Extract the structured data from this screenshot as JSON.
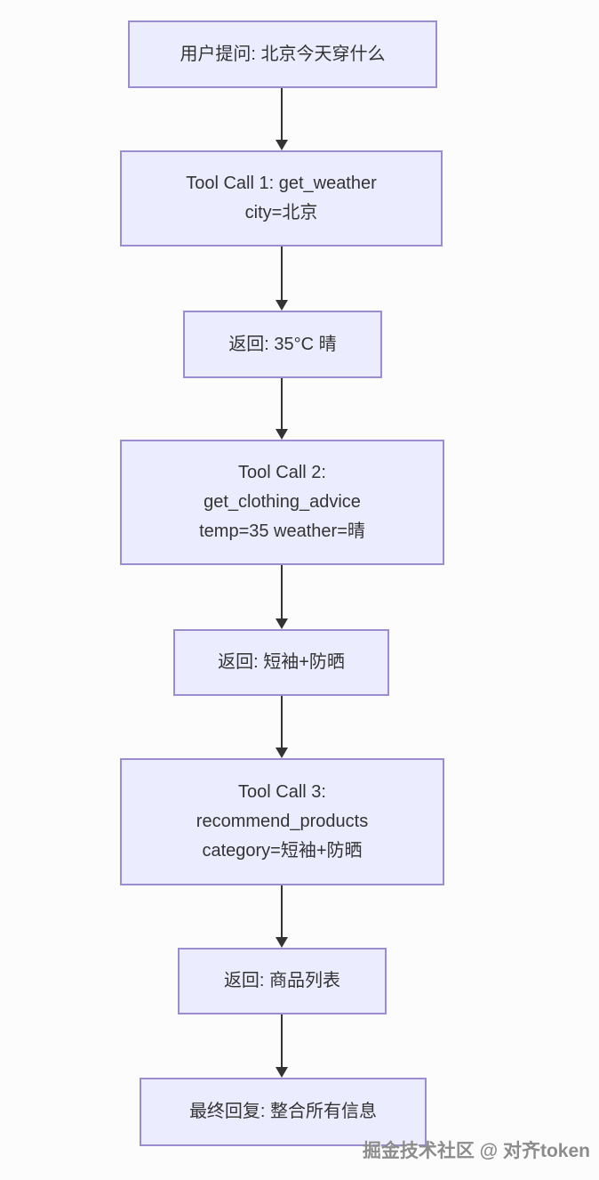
{
  "diagram": {
    "type": "flowchart-vertical",
    "theme": {
      "node_fill": "#ECECFF",
      "node_border": "#9c8dd0",
      "node_text": "#333333",
      "arrow_color": "#333333",
      "background": "#fcfcfc"
    },
    "nodes": [
      {
        "id": "user-question",
        "lines": [
          "用户提问: 北京今天穿什么"
        ]
      },
      {
        "id": "tool-call-1",
        "lines": [
          "Tool Call 1: get_weather",
          "city=北京"
        ]
      },
      {
        "id": "return-weather",
        "lines": [
          "返回: 35°C 晴"
        ]
      },
      {
        "id": "tool-call-2",
        "lines": [
          "Tool Call 2:",
          "get_clothing_advice",
          "temp=35 weather=晴"
        ]
      },
      {
        "id": "return-clothing",
        "lines": [
          "返回: 短袖+防晒"
        ]
      },
      {
        "id": "tool-call-3",
        "lines": [
          "Tool Call 3:",
          "recommend_products",
          "category=短袖+防晒"
        ]
      },
      {
        "id": "return-products",
        "lines": [
          "返回: 商品列表"
        ]
      },
      {
        "id": "final-reply",
        "lines": [
          "最终回复: 整合所有信息"
        ]
      }
    ],
    "edges": [
      {
        "from": "user-question",
        "to": "tool-call-1"
      },
      {
        "from": "tool-call-1",
        "to": "return-weather"
      },
      {
        "from": "return-weather",
        "to": "tool-call-2"
      },
      {
        "from": "tool-call-2",
        "to": "return-clothing"
      },
      {
        "from": "return-clothing",
        "to": "tool-call-3"
      },
      {
        "from": "tool-call-3",
        "to": "return-products"
      },
      {
        "from": "return-products",
        "to": "final-reply"
      }
    ]
  },
  "watermark": {
    "text": "掘金技术社区 @ 对齐token"
  }
}
